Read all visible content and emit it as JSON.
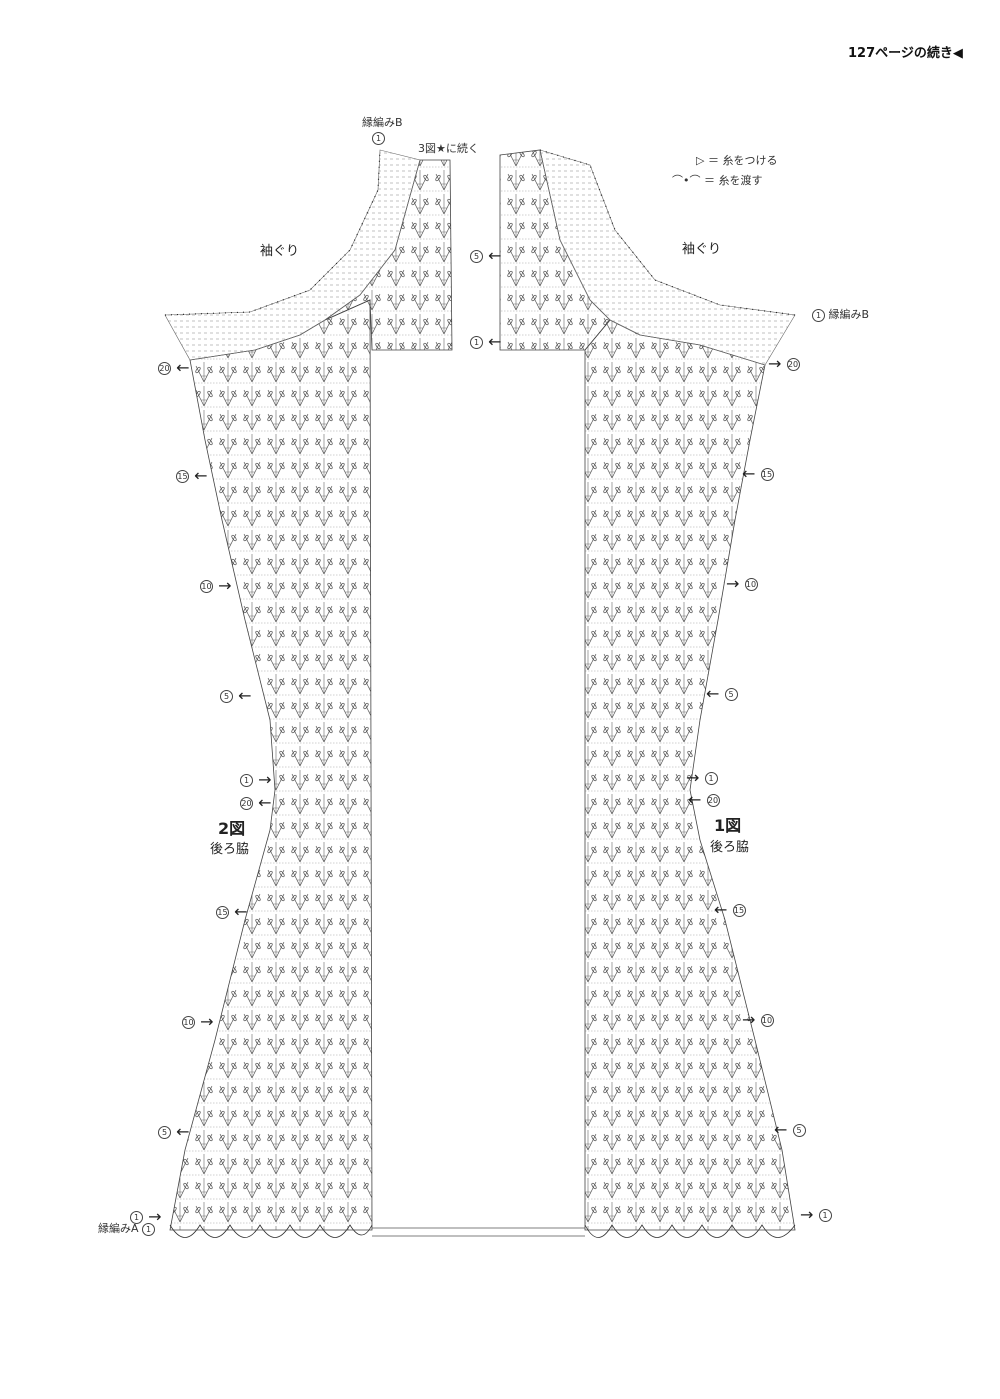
{
  "page_header": {
    "text": "127ページの続き",
    "marker": "◀"
  },
  "legend": {
    "attach_symbol": "▷",
    "attach_text": "＝ 糸をつける",
    "carry_symbol": "⌒•⌒",
    "carry_text": "＝ 糸を渡す"
  },
  "left_diagram": {
    "figure_label": "2図",
    "part_label": "後ろ脇",
    "armhole_label": "袖ぐり",
    "edge_b_label": "縁編みB",
    "edge_b_row": "1",
    "continue_label": "3図★に続く",
    "edge_a_label": "縁編みA",
    "edge_a_row": "1",
    "upper_rows": [
      "20",
      "15",
      "10",
      "5",
      "1"
    ],
    "lower_rows": [
      "20",
      "15",
      "10",
      "5",
      "1"
    ]
  },
  "right_diagram": {
    "figure_label": "1図",
    "part_label": "後ろ脇",
    "armhole_label": "袖ぐり",
    "edge_b_label": "縁編みB",
    "edge_b_row": "1",
    "top_rows": [
      "5",
      "1"
    ],
    "upper_rows": [
      "20",
      "15",
      "10",
      "5",
      "1"
    ],
    "lower_rows": [
      "20",
      "15",
      "10",
      "5",
      "1"
    ]
  }
}
